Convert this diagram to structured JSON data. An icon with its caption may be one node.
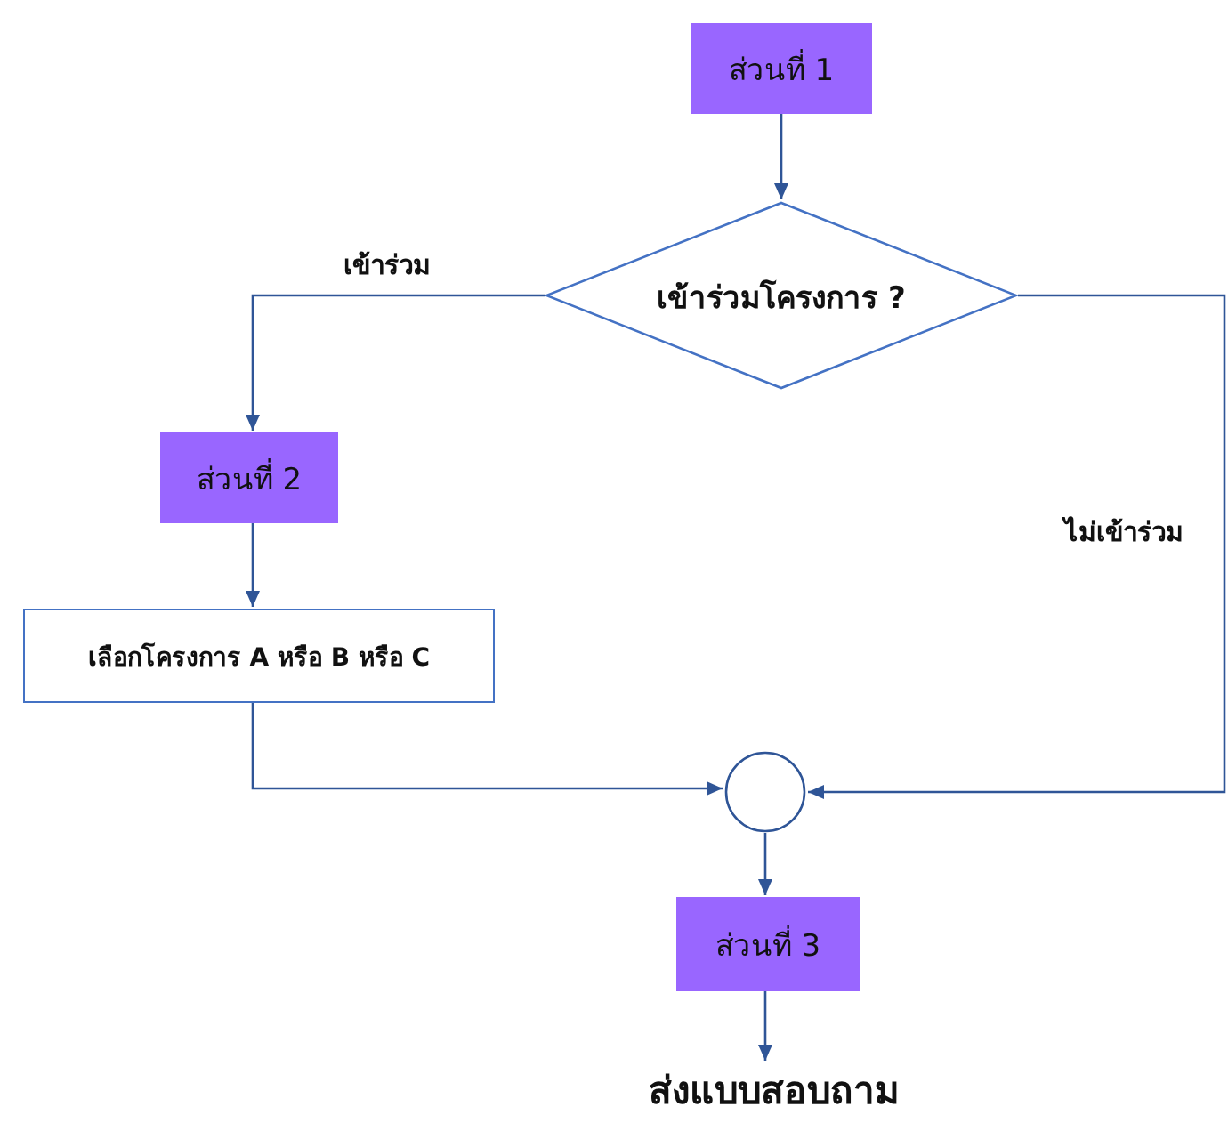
{
  "diagram": {
    "nodes": [
      {
        "text": [
          "ส่วนที่ 1"
        ]
      },
      {
        "text": [
          "เข้าร่วมโครงการ ?"
        ]
      },
      {
        "text": [
          "ส่วนที่ 2"
        ]
      },
      {
        "text": [
          "เลือกโครงการ A หรือ B หรือ C"
        ]
      },
      {
        "text": [],
        "shape": "circle"
      },
      {
        "text": [
          "ส่วนที่ 3"
        ]
      },
      {
        "text": [
          "ส่งแบบสอบถาม"
        ]
      }
    ],
    "edges": [
      {
        "from": 0,
        "to": 1,
        "arrow": "to"
      },
      {
        "from": 1,
        "to": 2,
        "arrow": "to",
        "label": "เข้าร่วม"
      },
      {
        "from": 2,
        "to": 3,
        "arrow": "to"
      },
      {
        "from": 3,
        "to": 4,
        "arrow": "to"
      },
      {
        "from": 1,
        "to": 4,
        "arrow": "to",
        "label": "ไม่เข้าร่วม"
      },
      {
        "from": 4,
        "to": 5,
        "arrow": "to"
      },
      {
        "from": 5,
        "to": 6,
        "arrow": "to"
      }
    ]
  }
}
